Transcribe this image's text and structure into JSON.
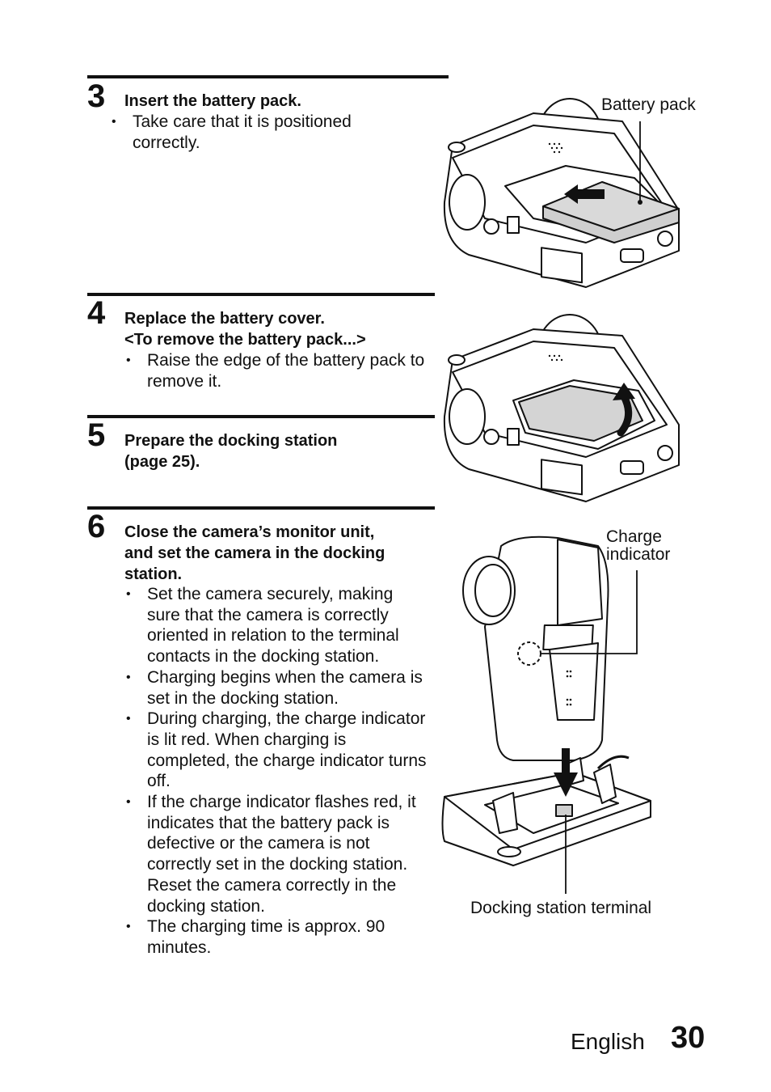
{
  "steps": [
    {
      "number": "3",
      "heading": [
        "Insert the battery pack."
      ],
      "bullets": [
        "Take care that it is positioned correctly."
      ]
    },
    {
      "number": "4",
      "heading": [
        "Replace the battery cover.",
        "<To remove the battery pack...>"
      ],
      "bullets": [
        "Raise the edge of the battery pack to remove it."
      ]
    },
    {
      "number": "5",
      "heading": [
        "Prepare the docking station",
        "(page 25)."
      ],
      "bullets": []
    },
    {
      "number": "6",
      "heading": [
        "Close the camera’s monitor unit,",
        "and set the camera in the docking",
        "station."
      ],
      "bullets": [
        "Set the camera securely, making sure that the camera is correctly oriented in relation to the terminal contacts in the docking station.",
        "Charging begins when the camera is set in the docking station.",
        "During charging, the charge indicator is lit red. When charging is completed, the charge indicator turns off.",
        "If the charge indicator flashes red, it indicates that the battery pack is defective or the camera is not correctly set in the docking station. Reset the camera correctly in the docking station.",
        "The charging time is approx. 90 minutes."
      ]
    }
  ],
  "labels": {
    "battery_pack": "Battery pack",
    "charge_indicator": [
      "Charge",
      "indicator"
    ],
    "docking_terminal": "Docking station terminal"
  },
  "footer": {
    "language": "English",
    "page_number": "30"
  }
}
